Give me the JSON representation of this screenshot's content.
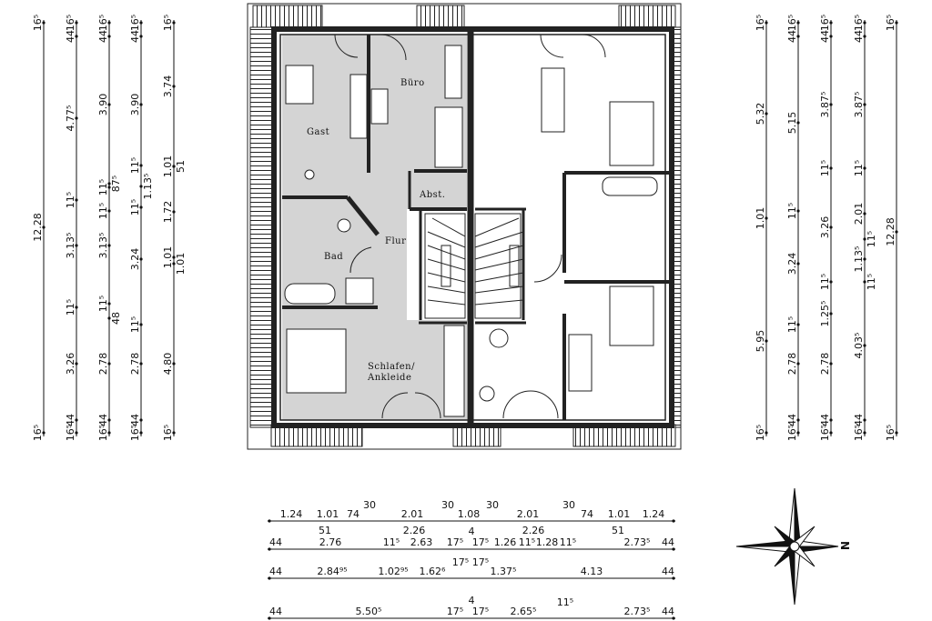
{
  "rooms": {
    "gast": "Gast",
    "buero": "Büro",
    "abst": "Abst.",
    "flur": "Flur",
    "bad": "Bad",
    "schlafen_1": "Schlafen/",
    "schlafen_2": "Ankleide"
  },
  "compass": {
    "north": "N"
  },
  "dims": {
    "left": [
      [
        "16⁵",
        "12.28",
        "16⁵"
      ],
      [
        "16⁵",
        "44",
        "4.77⁵",
        "11⁵",
        "3.13⁵",
        "11⁵",
        "3.26",
        "44",
        "16⁵"
      ],
      [
        "16⁵",
        "44",
        "3.90",
        "11⁵",
        "87⁵",
        "11⁵",
        "3.13⁵",
        "11⁵",
        "48",
        "2.78",
        "44",
        "16⁵"
      ],
      [
        "16⁵",
        "44",
        "3.90",
        "11⁵",
        "1.13⁵",
        "11⁵",
        "3.24",
        "11⁵",
        "2.78",
        "44",
        "16⁵"
      ],
      [
        "16⁵",
        "3.74",
        "1.01",
        "51",
        "1.72",
        "1.01",
        "1.01",
        "4.80",
        "16⁵"
      ]
    ],
    "right": [
      [
        "16⁵",
        "5.32",
        "1.01",
        "5.95",
        "16⁵"
      ],
      [
        "16⁵",
        "44",
        "5.15",
        "11⁵",
        "3.24",
        "11⁵",
        "2.78",
        "44",
        "16⁵"
      ],
      [
        "16⁵",
        "44",
        "3.87⁵",
        "11⁵",
        "3.26",
        "11⁵",
        "1.25⁵",
        "2.78",
        "44",
        "16⁵"
      ],
      [
        "16⁵",
        "44",
        "3.87⁵",
        "11⁵",
        "2.01",
        "11⁵",
        "1.13⁵",
        "11⁵",
        "4.03⁵",
        "44",
        "16⁵"
      ],
      [
        "16⁵",
        "12.28",
        "16⁵"
      ]
    ],
    "bottom": [
      [
        "1.24",
        "1.01",
        "74",
        "30",
        "2.01",
        "30",
        "1.08",
        "30",
        "2.01",
        "30",
        "74",
        "1.01",
        "1.24",
        "51",
        "2.26",
        "2.26",
        "51"
      ],
      [
        "44",
        "2.76",
        "11⁵",
        "2.63",
        "17⁵",
        "4",
        "17⁵",
        "1.26",
        "11⁵",
        "1.28",
        "11⁵",
        "2.73⁵",
        "44"
      ],
      [
        "44",
        "2.84⁹⁵",
        "1.02⁹⁵",
        "1.62⁶",
        "17⁵",
        "17⁵",
        "1.37⁵",
        "4.13",
        "44"
      ],
      [
        "44",
        "5.50⁵",
        "17⁵",
        "4",
        "17⁵",
        "2.65⁵",
        "11⁵",
        "2.73⁵",
        "44"
      ]
    ]
  }
}
